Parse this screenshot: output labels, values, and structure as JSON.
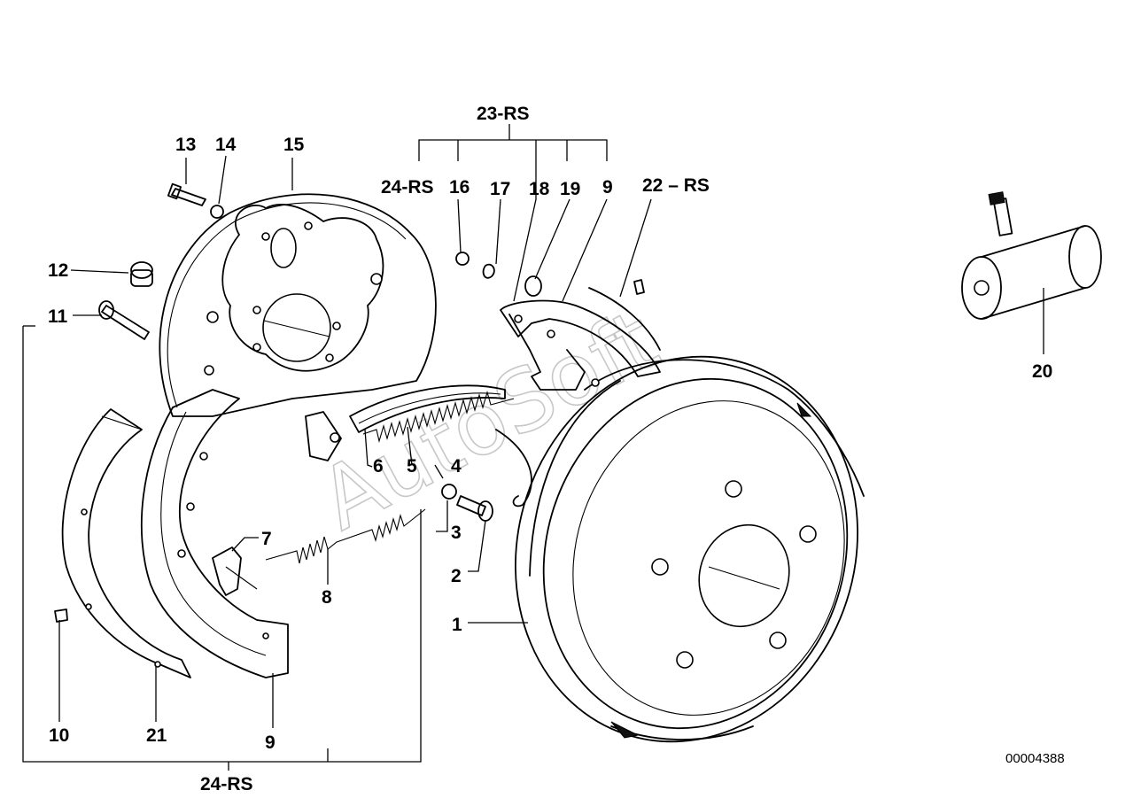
{
  "callouts": {
    "c1": "1",
    "c2": "2",
    "c3": "3",
    "c4": "4",
    "c5": "5",
    "c6": "6",
    "c7": "7",
    "c8": "8",
    "c9a": "9",
    "c9b": "9",
    "c10": "10",
    "c11": "11",
    "c12": "12",
    "c13": "13",
    "c14": "14",
    "c15": "15",
    "c16": "16",
    "c17": "17",
    "c18": "18",
    "c19": "19",
    "c20": "20",
    "c21": "21",
    "c22": "22 – RS",
    "c23": "23-RS",
    "c24a": "24-RS",
    "c24b": "24-RS"
  },
  "watermark": "AutoSoft",
  "doc_number": "00004388"
}
